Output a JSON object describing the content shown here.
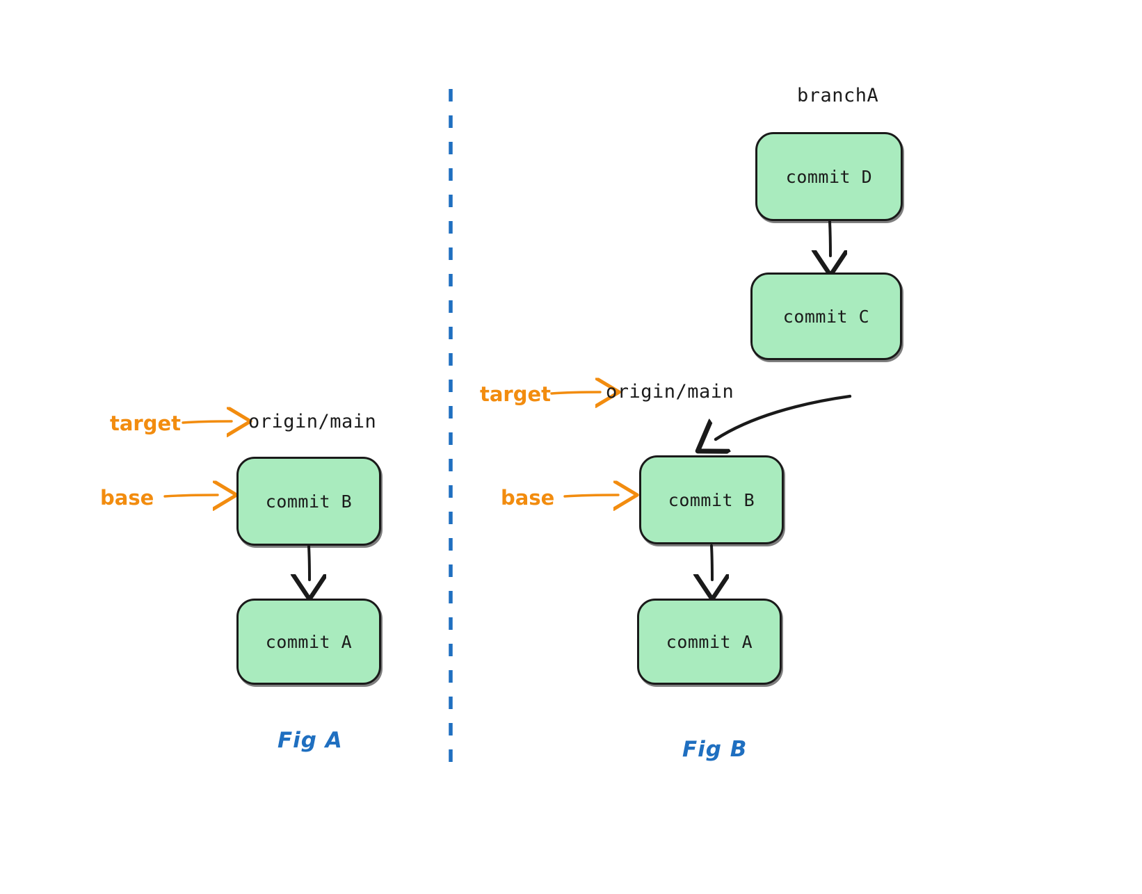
{
  "figure": {
    "title_a": "Fig A",
    "title_b": "Fig B",
    "colors": {
      "commit_fill": "#a9ebbe",
      "commit_stroke": "#1a1a1a",
      "annotation": "#f28c0f",
      "caption": "#1f6fc0",
      "divider": "#1f6fc0"
    }
  },
  "fig_a": {
    "annotations": {
      "target": "target",
      "base": "base"
    },
    "refs": {
      "origin_main": "origin/main"
    },
    "commits": [
      {
        "id": "b",
        "label": "commit B"
      },
      {
        "id": "a",
        "label": "commit A"
      }
    ],
    "caption": "Fig A"
  },
  "fig_b": {
    "annotations": {
      "target": "target",
      "base": "base"
    },
    "refs": {
      "branch_a": "branchA",
      "origin_main": "origin/main"
    },
    "commits": [
      {
        "id": "d",
        "label": "commit D"
      },
      {
        "id": "c",
        "label": "commit C"
      },
      {
        "id": "b",
        "label": "commit B"
      },
      {
        "id": "a",
        "label": "commit A"
      }
    ],
    "caption": "Fig B"
  },
  "edges": {
    "fig_a": [
      {
        "from": "commit B",
        "to": "commit A",
        "style": "straight-down"
      }
    ],
    "fig_b": [
      {
        "from": "commit D",
        "to": "commit C",
        "style": "straight-down"
      },
      {
        "from": "commit C",
        "to": "commit B",
        "style": "curved-down-left"
      },
      {
        "from": "commit B",
        "to": "commit A",
        "style": "straight-down"
      }
    ]
  }
}
